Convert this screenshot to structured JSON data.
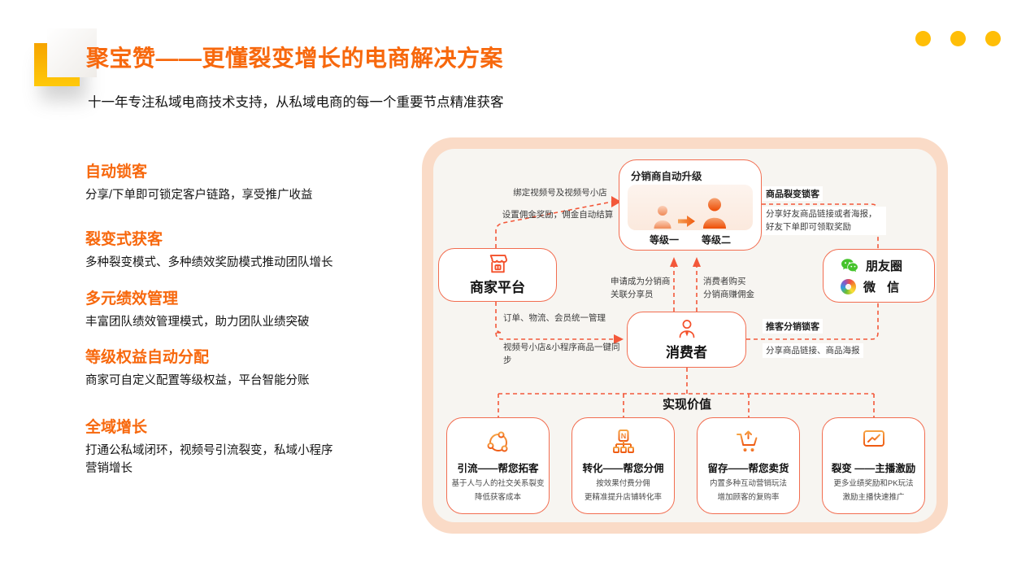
{
  "header": {
    "title": "聚宝赞——更懂裂变增长的电商解决方案",
    "subtitle": "十一年专注私域电商技术支持，从私域电商的每一个重要节点精准获客",
    "accent_color": "#f7680d",
    "dot_color": "#ffbe07",
    "logo_icon": "yellow-square-logo-mark"
  },
  "features": [
    {
      "title": "自动锁客",
      "desc": "分享/下单即可锁定客户链路，享受推广收益"
    },
    {
      "title": "裂变式获客",
      "desc": "多种裂变模式、多种绩效奖励模式推动团队增长"
    },
    {
      "title": "多元绩效管理",
      "desc": "丰富团队绩效管理模式，助力团队业绩突破"
    },
    {
      "title": "等级权益自动分配",
      "desc": "商家可自定义配置等级权益，平台智能分账"
    },
    {
      "title": "全域增长",
      "desc": "打通公私域闭环，视频号引流裂变，私域小程序营销增长"
    }
  ],
  "diagram": {
    "colors": {
      "panel_border": "#fadbc7",
      "panel_inner": "#f7f5f1",
      "box_stroke": "#f26d50",
      "dash_line": "#f3583a",
      "icon_gradient_start": "#f6a243",
      "icon_gradient_end": "#ef5a13"
    },
    "upgrade_box": {
      "title": "分销商自动升级",
      "level1": "等级一",
      "level2": "等级二",
      "icons": [
        "level1-person-icon",
        "upgrade-arrow-icon",
        "level2-person-icon"
      ]
    },
    "merchant_box": {
      "label": "商家平台",
      "icon": "storefront-icon"
    },
    "consumer_box": {
      "label": "消费者",
      "icon": "person-tie-icon"
    },
    "wechat_box": {
      "row1": "朋友圈",
      "row2": "微 信",
      "icons": [
        "wechat-bubbles-icon",
        "moments-pinwheel-icon"
      ]
    },
    "labels": {
      "bind": {
        "line1": "绑定视频号及视频号小店",
        "line2": "设置佣金奖励，佣金自动结算"
      },
      "fission": {
        "title": "商品裂变锁客",
        "desc": "分享好友商品链接或者海报，好友下单即可领取奖励"
      },
      "apply": {
        "line1": "申请成为分销商",
        "line2": "关联分享员"
      },
      "purchase": {
        "line1": "消费者购买",
        "line2": "分销商赚佣金"
      },
      "order": {
        "line1": "订单、物流、会员统一管理",
        "line2": "视频号小店&小程序商品一键同步"
      },
      "tuike": {
        "title": "推客分销锁客",
        "desc": "分享商品链接、商品海报"
      },
      "value": "实现价值"
    },
    "cards": [
      {
        "title": "引流——帮您拓客",
        "line1": "基于人与人的社交关系裂变",
        "line2": "降低获客成本",
        "icon": "share-network-icon"
      },
      {
        "title": "转化——帮您分佣",
        "line1": "按效果付费分佣",
        "line2": "更精准提升店铺转化率",
        "icon": "org-chart-icon",
        "icon_letter": "N"
      },
      {
        "title": "留存——帮您卖货",
        "line1": "内置多种互动营销玩法",
        "line2": "增加顾客的复购率",
        "icon": "cart-up-icon"
      },
      {
        "title": "裂变 ——主播激励",
        "line1": "更多业绩奖励和PK玩法",
        "line2": "激励主播快速推广",
        "icon": "monitor-chart-icon"
      }
    ]
  }
}
